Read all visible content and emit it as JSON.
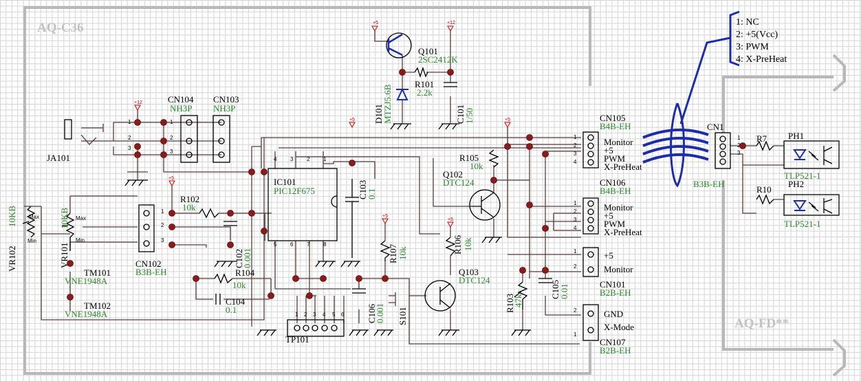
{
  "boards": {
    "main": "AQ-C36",
    "fd": "AQ-FD**"
  },
  "power": {
    "v12": "+12",
    "v5": "+5"
  },
  "legend": [
    "1: NC",
    "2: +5(Vcc)",
    "3: PWM",
    "4: X-PreHeat"
  ],
  "components": {
    "ja101": {
      "ref": "JA101"
    },
    "cn104": {
      "ref": "CN104",
      "val": "NH3P"
    },
    "cn103": {
      "ref": "CN103",
      "val": "NH3P"
    },
    "cn102": {
      "ref": "CN102",
      "val": "B3B-EH"
    },
    "cn105": {
      "ref": "CN105",
      "val": "B4B-EH"
    },
    "cn106": {
      "ref": "CN106",
      "val": "B4B-EH"
    },
    "cn101": {
      "ref": "CN101",
      "val": "B2B-EH"
    },
    "cn107": {
      "ref": "CN107",
      "val": "B2B-EH"
    },
    "cn1": {
      "ref": "CN1",
      "val": "B3B-EH"
    },
    "ic101": {
      "ref": "IC101",
      "val": "PIC12F675"
    },
    "q101": {
      "ref": "Q101",
      "val": "2SC2412K"
    },
    "q102": {
      "ref": "Q102",
      "val": "DTC124"
    },
    "q103": {
      "ref": "Q103",
      "val": "DTC124"
    },
    "d101": {
      "ref": "D101",
      "val": "MTZJ5.6B"
    },
    "r101": {
      "ref": "R101",
      "val": "2.2k"
    },
    "r102": {
      "ref": "R102",
      "val": "10k"
    },
    "r103": {
      "ref": "R103",
      "val": "47k"
    },
    "r104": {
      "ref": "R104",
      "val": "10k"
    },
    "r105": {
      "ref": "R105",
      "val": "10k"
    },
    "r106": {
      "ref": "R106",
      "val": "10k"
    },
    "r107": {
      "ref": "R107",
      "val": "10k"
    },
    "r7": {
      "ref": "R7"
    },
    "r10": {
      "ref": "R10"
    },
    "c101": {
      "ref": "C101",
      "val": "1/50"
    },
    "c102": {
      "ref": "C102",
      "val": "0.001"
    },
    "c103": {
      "ref": "C103",
      "val": "0.1"
    },
    "c104": {
      "ref": "C104",
      "val": "0.1"
    },
    "c105": {
      "ref": "C105",
      "val": "0.01"
    },
    "c106": {
      "ref": "C106",
      "val": "0.001"
    },
    "vr101": {
      "ref": "VR101",
      "val": "10KB"
    },
    "vr102": {
      "ref": "VR102",
      "val": "10KB"
    },
    "tm101": {
      "ref": "TM101",
      "val": "VNE1948A"
    },
    "tm102": {
      "ref": "TM102",
      "val": "VNE1948A"
    },
    "s101": {
      "ref": "S101"
    },
    "tp101": {
      "ref": "TP101"
    },
    "ph1": {
      "ref": "PH1",
      "val": "TLP521-1"
    },
    "ph2": {
      "ref": "PH2",
      "val": "TLP521-1"
    }
  },
  "signals": {
    "monitor": "Monitor",
    "plus5": "+5",
    "pwm": "PWM",
    "xpreheat": "X-PreHeat",
    "gnd": "GND",
    "xmode": "X-Mode",
    "max": "Max",
    "min": "Min"
  },
  "pins": {
    "p1": "1",
    "p2": "2",
    "p3": "3",
    "p4": "4",
    "p5": "5",
    "p6": "6",
    "p7": "7",
    "p8": "8"
  }
}
